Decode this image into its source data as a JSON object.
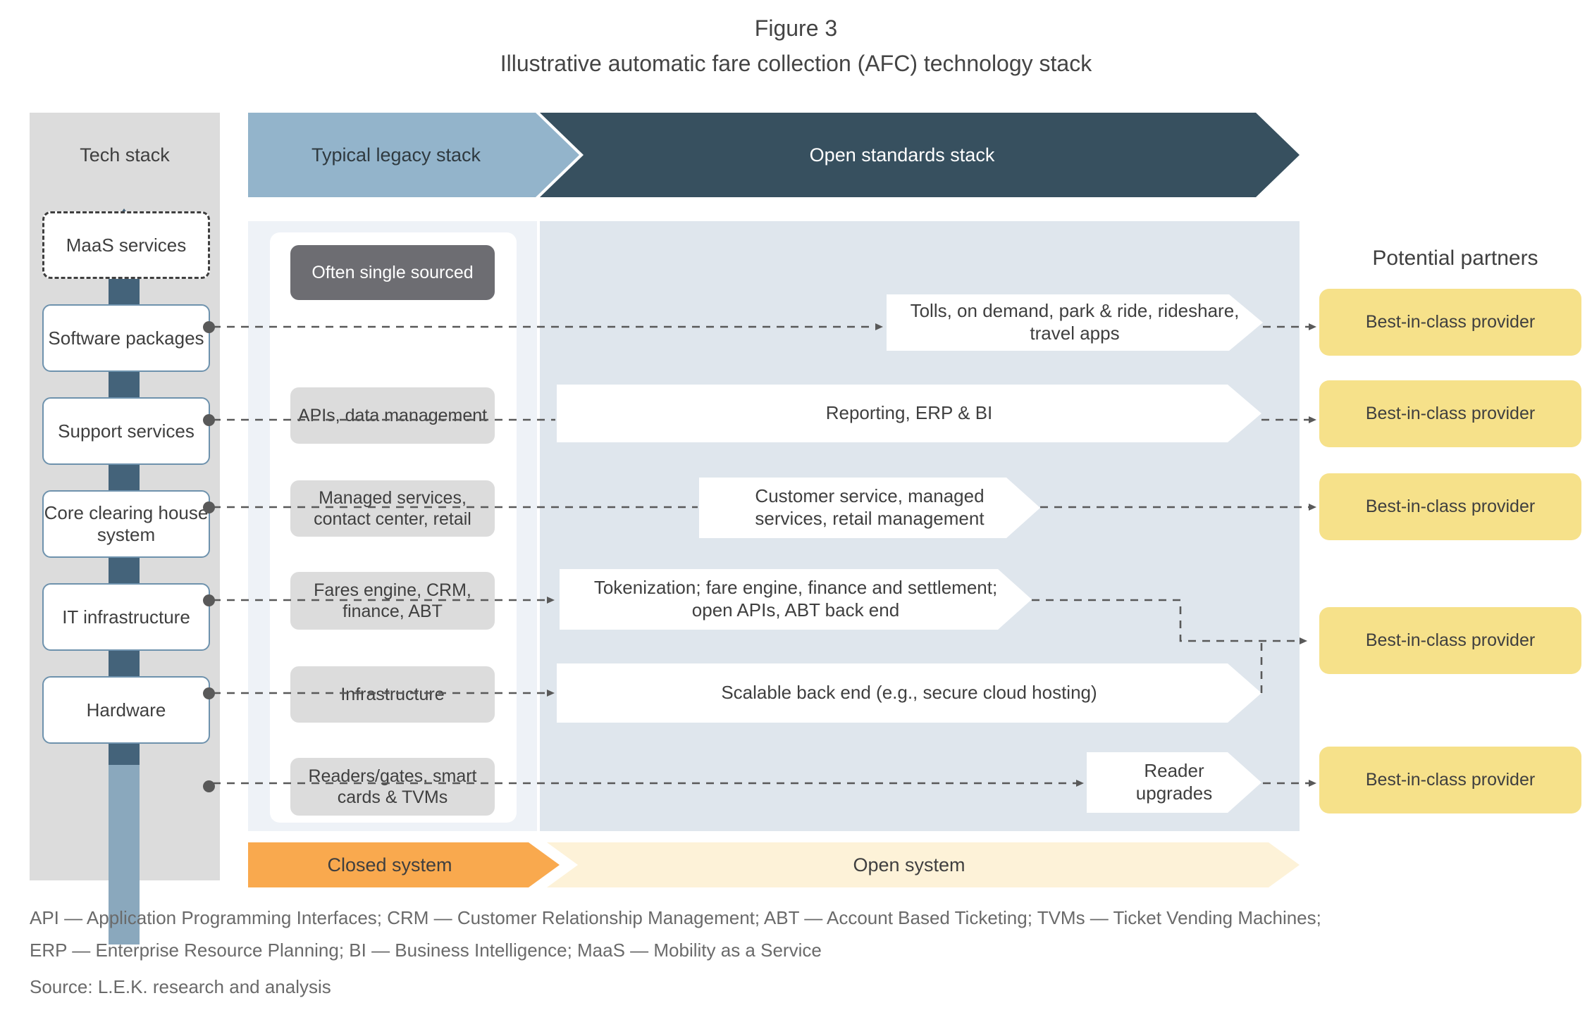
{
  "figure": {
    "title": "Figure 3",
    "subtitle": "Illustrative automatic fare collection (AFC) technology stack"
  },
  "colors": {
    "legacy_header": "#93b4cb",
    "open_header": "#37505f",
    "open_body": "#dfe6ed",
    "legacy_body": "#eef2f7",
    "techstack_panel": "#dcdcdc",
    "partner": "#f6e18a",
    "closed_system": "#f9a94e",
    "open_system": "#fdf2d8",
    "stack_box_border": "#6e92ad",
    "arrow": "#37505f",
    "dark_pill": "#6d6d72"
  },
  "tech_stack": {
    "title": "Tech stack",
    "arrow_icon": "up-arrow-icon",
    "items": [
      {
        "label": "MaaS services",
        "dashed": true
      },
      {
        "label": "Software packages",
        "dashed": false
      },
      {
        "label": "Support services",
        "dashed": false
      },
      {
        "label": "Core clearing house system",
        "dashed": false
      },
      {
        "label": "IT infrastructure",
        "dashed": false
      },
      {
        "label": "Hardware",
        "dashed": false
      }
    ]
  },
  "legacy_stack": {
    "header": "Typical legacy stack",
    "items": [
      {
        "label": "Often single sourced",
        "style": "dark"
      },
      {
        "label": "APIs, data management",
        "style": "grey"
      },
      {
        "label": "Managed services, contact center, retail",
        "style": "grey"
      },
      {
        "label": "Fares engine, CRM, finance, ABT",
        "style": "grey"
      },
      {
        "label": "Infrastructure",
        "style": "grey"
      },
      {
        "label": "Readers/gates, smart cards & TVMs",
        "style": "grey"
      }
    ]
  },
  "open_stack": {
    "header": "Open standards stack",
    "items": [
      {
        "label": "Tolls, on demand, park & ride, rideshare, travel apps"
      },
      {
        "label": "Reporting, ERP & BI"
      },
      {
        "label": "Customer service, managed services, retail management"
      },
      {
        "label": "Tokenization; fare engine, finance and settlement; open APIs, ABT back end"
      },
      {
        "label": "Scalable back end (e.g., secure cloud hosting)"
      },
      {
        "label": "Reader upgrades"
      }
    ]
  },
  "partners": {
    "title": "Potential partners",
    "items": [
      {
        "label": "Best-in-class provider"
      },
      {
        "label": "Best-in-class provider"
      },
      {
        "label": "Best-in-class provider"
      },
      {
        "label": "Best-in-class provider"
      },
      {
        "label": "Best-in-class provider"
      }
    ]
  },
  "system_band": {
    "closed": "Closed system",
    "open": "Open system"
  },
  "footnotes": {
    "line1": "API — Application Programming Interfaces; CRM — Customer Relationship Management; ABT — Account Based Ticketing; TVMs — Ticket Vending Machines;",
    "line2": "ERP — Enterprise Resource Planning; BI — Business Intelligence; MaaS — Mobility as a Service",
    "source": "Source: L.E.K. research and analysis"
  }
}
